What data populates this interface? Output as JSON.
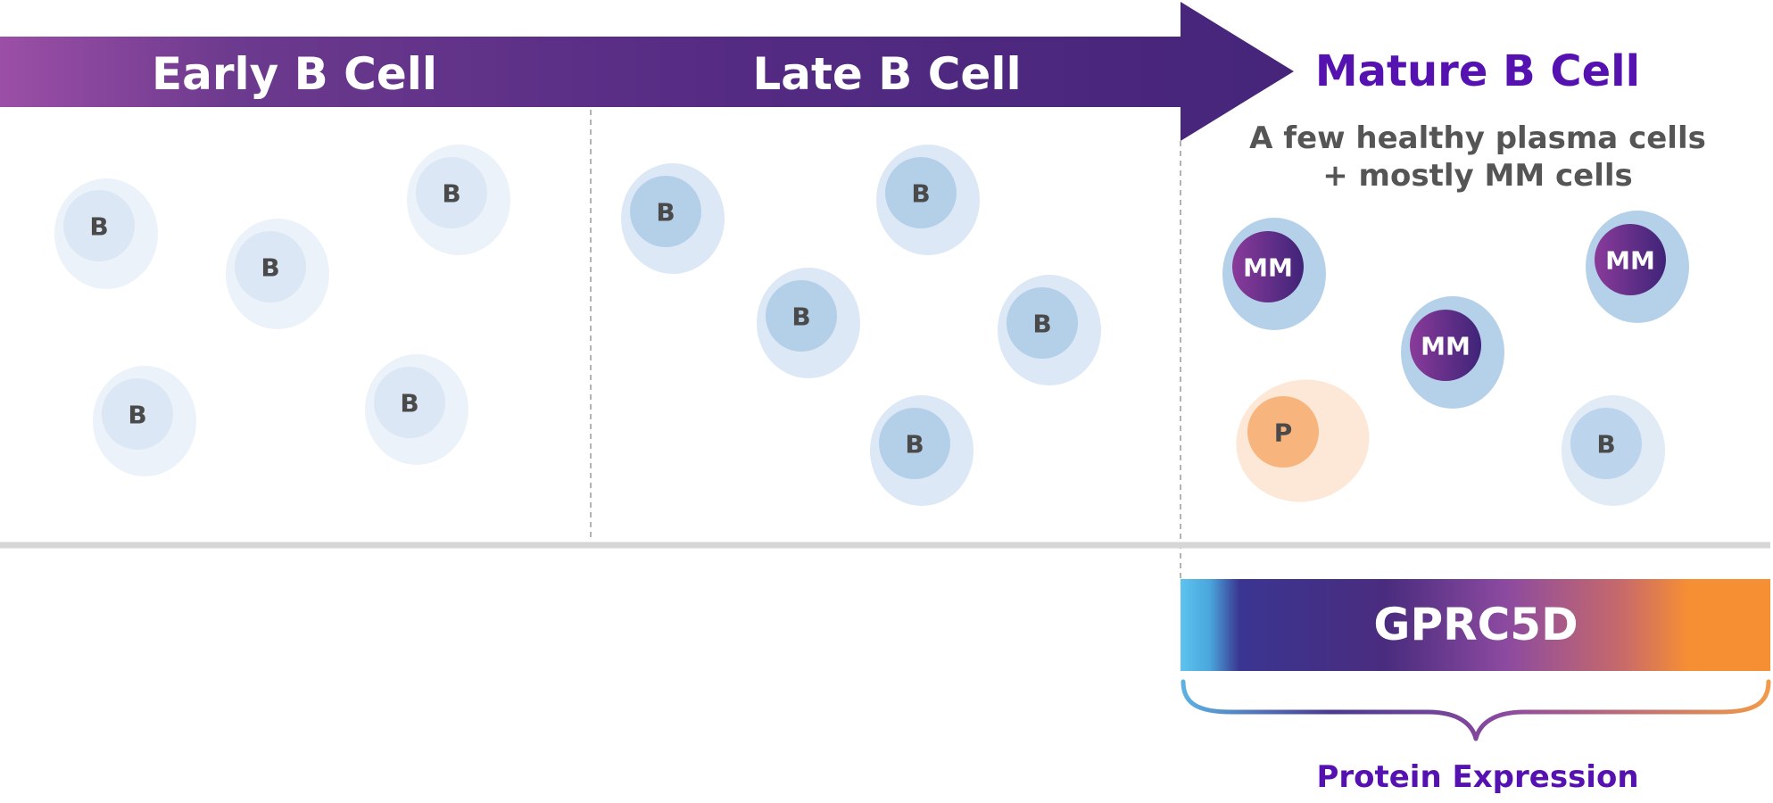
{
  "stages": {
    "early": "Early B Cell",
    "late": "Late B Cell",
    "mature": "Mature B Cell"
  },
  "mature_description": {
    "line1": "A few healthy plasma cells",
    "line2": "+ mostly MM cells"
  },
  "cell_labels": {
    "b_cell": "B",
    "mm_cell": "MM",
    "plasma_cell": "P"
  },
  "expression_bar": {
    "label": "GPRC5D"
  },
  "brace_caption": "Protein Expression",
  "colors": {
    "arrow_start": "#9b4fa6",
    "arrow_end": "#45257a",
    "mature_title": "#5512b0",
    "early_b_outer": "#ebf2f9",
    "early_b_inner": "#dbe7f4",
    "late_b_outer": "#dce8f5",
    "late_b_inner": "#b4d0e9",
    "mature_b_outer": "#e0ebf6",
    "mature_b_inner": "#bcd4ec",
    "mm_outer": "#b5d1ea",
    "mm_inner": "#5b2d8c",
    "plasma_outer": "#fde8d7",
    "plasma_inner": "#f7b57d",
    "bar_cyan": "#5cc3ee",
    "bar_indigo": "#3a3591",
    "bar_purple": "#4a2c7e",
    "bar_magenta": "#8b4aa0",
    "bar_orange": "#f68e34"
  }
}
